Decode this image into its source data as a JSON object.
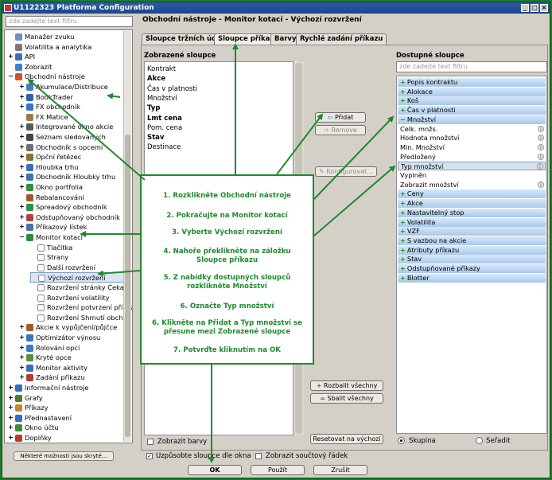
{
  "window": {
    "title": "U1122323 Platforma Configuration"
  },
  "left": {
    "filter_placeholder": "zde zadejte text filtru",
    "bottom_button": "Některé možnosti jsou skryté...",
    "tree": [
      {
        "label": "Manažer zvuku",
        "level": 0,
        "icon": "page-icon"
      },
      {
        "label": "Volatilita a analytika",
        "level": 0,
        "icon": "page-icon"
      },
      {
        "label": "API",
        "level": 0,
        "icon": "api-icon"
      },
      {
        "label": "Zobrazit",
        "level": 0,
        "icon": "display-icon"
      },
      {
        "label": "Obchodní nástroje",
        "level": 0,
        "icon": "tools-icon"
      },
      {
        "label": "Akumulace/Distribuce",
        "level": 1,
        "icon": "accumulate-icon"
      },
      {
        "label": "BookTrader",
        "level": 1,
        "icon": "booktrader-icon"
      },
      {
        "label": "FX obchodník",
        "level": 1,
        "icon": "fx-icon"
      },
      {
        "label": "FX Matice",
        "level": 1,
        "icon": "fx-matrix-icon"
      },
      {
        "label": "Integrované okno akcie",
        "level": 1,
        "icon": "window-icon"
      },
      {
        "label": "Seznam sledovaných",
        "level": 1,
        "icon": "list-icon"
      },
      {
        "label": "Obchodník s opcemi",
        "level": 1,
        "icon": "options-icon"
      },
      {
        "label": "Opční řetězec",
        "level": 1,
        "icon": "chain-icon"
      },
      {
        "label": "Hloubka trhu",
        "level": 1,
        "icon": "depth-icon"
      },
      {
        "label": "Obchodník Hloubky trhu",
        "level": 1,
        "icon": "depth-trader-icon"
      },
      {
        "label": "Okno portfolia",
        "level": 1,
        "icon": "portfolio-icon"
      },
      {
        "label": "Rebalancování",
        "level": 1,
        "icon": "rebalance-icon"
      },
      {
        "label": "Spreadový obchodník",
        "level": 1,
        "icon": "spread-icon"
      },
      {
        "label": "Odstupňovaný obchodník",
        "level": 1,
        "icon": "scale-icon"
      },
      {
        "label": "Příkazový lístek",
        "level": 1,
        "icon": "ticket-icon"
      },
      {
        "label": "Monitor kotací",
        "level": 1,
        "icon": "monitor-icon"
      },
      {
        "label": "Tlačítka",
        "level": 2,
        "icon": "page-icon"
      },
      {
        "label": "Strany",
        "level": 2,
        "icon": "page-icon"
      },
      {
        "label": "Další rozvržení",
        "level": 2,
        "icon": "page-icon"
      },
      {
        "label": "Výchozí rozvržení",
        "level": 2,
        "icon": "page-icon",
        "selected": true
      },
      {
        "label": "Rozvržení stránky Čekajíc",
        "level": 2,
        "icon": "page-icon"
      },
      {
        "label": "Rozvržení volatility",
        "level": 2,
        "icon": "page-icon"
      },
      {
        "label": "Rozvržení potvrzení příkaz",
        "level": 2,
        "icon": "page-icon"
      },
      {
        "label": "Rozvržení Shrnutí obchod",
        "level": 2,
        "icon": "page-icon"
      },
      {
        "label": "Akcie k vypůjčení/půjčce",
        "level": 1,
        "icon": "borrow-icon"
      },
      {
        "label": "Optimizátor výnosu",
        "level": 1,
        "icon": "optimizer-icon"
      },
      {
        "label": "Rolování opcí",
        "level": 1,
        "icon": "roll-icon"
      },
      {
        "label": "Kryté opce",
        "level": 1,
        "icon": "covered-icon"
      },
      {
        "label": "Monitor aktivity",
        "level": 1,
        "icon": "activity-icon"
      },
      {
        "label": "Zadání příkazu",
        "level": 1,
        "icon": "order-entry-icon"
      },
      {
        "label": "Informační nástroje",
        "level": 0,
        "icon": "info-icon"
      },
      {
        "label": "Grafy",
        "level": 0,
        "icon": "chart-icon"
      },
      {
        "label": "Příkazy",
        "level": 0,
        "icon": "orders-icon"
      },
      {
        "label": "Přednastavení",
        "level": 0,
        "icon": "star-icon"
      },
      {
        "label": "Okno účtu",
        "level": 0,
        "icon": "account-icon"
      },
      {
        "label": "Doplňky",
        "level": 0,
        "icon": "addons-icon"
      }
    ]
  },
  "right": {
    "title": "Obchodní nástroje - Monitor kotací - Výchozí rozvržení",
    "tabs": [
      "Sloupce tržních údajů",
      "Sloupce příkazu",
      "Barvy",
      "Rychlé zadání příkazu"
    ],
    "displayed_header": "Zobrazené sloupce",
    "displayed": [
      {
        "label": "Kontrakt",
        "bold": false
      },
      {
        "label": "Akce",
        "bold": true
      },
      {
        "label": "Čas v platnosti",
        "bold": false
      },
      {
        "label": "Množství",
        "bold": false
      },
      {
        "label": "Typ",
        "bold": true
      },
      {
        "label": "Lmt cena",
        "bold": true
      },
      {
        "label": "Pom. cena",
        "bold": false
      },
      {
        "label": "Stav",
        "bold": true
      },
      {
        "label": "Destinace",
        "bold": false
      }
    ],
    "add_button": "Přidat",
    "remove_button": "Remove",
    "configure_button": "Konfigurovat...",
    "expand_all": "Rozbalit všechny",
    "collapse_all": "Sbalit všechny",
    "reset_default": "Resetovat na výchozí",
    "available_header": "Dostupné sloupce",
    "available_filter_placeholder": "zde zadejte text filtru",
    "available": [
      {
        "label": "Popis kontraktu",
        "type": "cat",
        "sign": "+"
      },
      {
        "label": "Alokace",
        "type": "cat",
        "sign": "+"
      },
      {
        "label": "Koš",
        "type": "cat",
        "sign": "+"
      },
      {
        "label": "Čas v platnosti",
        "type": "cat",
        "sign": "+"
      },
      {
        "label": "Množství",
        "type": "cat",
        "sign": "−"
      },
      {
        "label": "Celk. mnžs.",
        "type": "item",
        "info": true
      },
      {
        "label": "Hodnota množství",
        "type": "item",
        "info": true
      },
      {
        "label": "Min. Množství",
        "type": "item",
        "info": true
      },
      {
        "label": "Předložený",
        "type": "item",
        "info": true
      },
      {
        "label": "Typ množství",
        "type": "sel",
        "info": true
      },
      {
        "label": "Vyplněn",
        "type": "item"
      },
      {
        "label": "Zobrazit množství",
        "type": "item",
        "info": true
      },
      {
        "label": "Ceny",
        "type": "cat",
        "sign": "+"
      },
      {
        "label": "Akce",
        "type": "cat",
        "sign": "+"
      },
      {
        "label": "Nastavitelný stop",
        "type": "cat",
        "sign": "+"
      },
      {
        "label": "Volatilita",
        "type": "cat",
        "sign": "+"
      },
      {
        "label": "VZF",
        "type": "cat",
        "sign": "+"
      },
      {
        "label": "S vazbou na akcie",
        "type": "cat",
        "sign": "+"
      },
      {
        "label": "Atributy příkazu",
        "type": "cat",
        "sign": "+"
      },
      {
        "label": "Stav",
        "type": "cat",
        "sign": "+"
      },
      {
        "label": "Odstupňované příkazy",
        "type": "cat",
        "sign": "+"
      },
      {
        "label": "Blotter",
        "type": "cat",
        "sign": "+"
      }
    ],
    "radio_group": "Skupina",
    "radio_sort": "Seřadit",
    "show_colors": "Zobrazit barvy",
    "adapt_columns": "Uzpůsobte sloupce dle okna",
    "show_total_row": "Zobrazit součtový řádek"
  },
  "footer": {
    "ok": "OK",
    "apply": "Použít",
    "cancel": "Zrušit"
  },
  "instructions": [
    "1. Rozklikněte Obchodní nástroje",
    "2. Pokračujte na Monitor kotací",
    "3. Vyberte Výchozí rozvržení",
    "4. Nahoře překlikněte na záložku\nSloupce příkazu",
    "5. Z nabídky dostupných sloupců\nrozklikněte Množství",
    "6. Označte Typ množství",
    "6. Klikněte na Přidat a Typ množství se\npřesune mezi Zobrazené sloupce",
    "7. Potvrďte kliknutím  na OK"
  ],
  "colors": {
    "accent_green": "#1e8a2c",
    "title_blue": "#1c4688"
  }
}
